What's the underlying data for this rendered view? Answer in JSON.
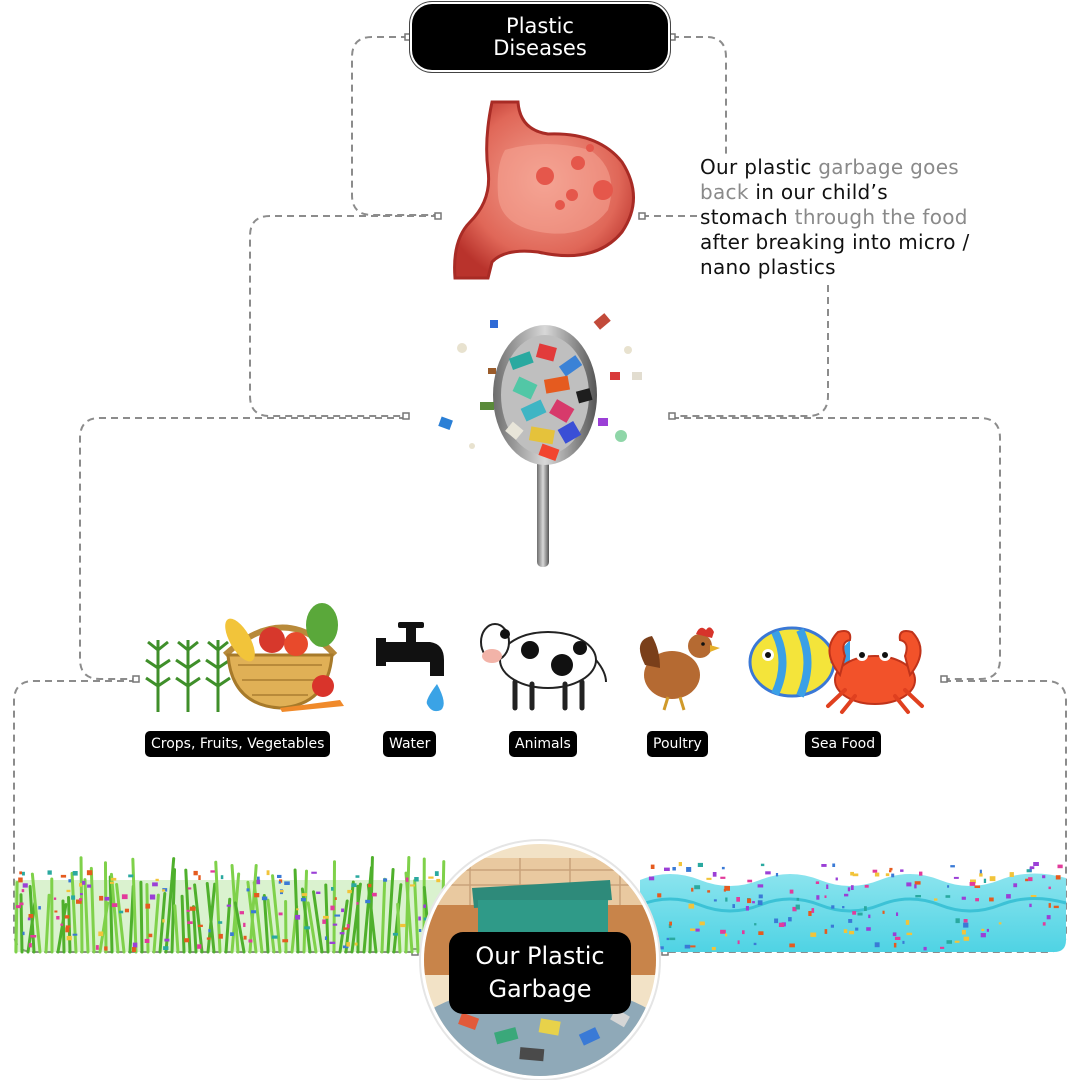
{
  "title": {
    "line1": "Plastic",
    "line2": "Diseases"
  },
  "description": {
    "segments": [
      {
        "text": "Our plastic ",
        "style": "dark"
      },
      {
        "text": "garbage goes back",
        "style": "muted"
      },
      {
        "text": " in our child’s stomach ",
        "style": "dark"
      },
      {
        "text": "through the food",
        "style": "muted"
      },
      {
        "text": " after breaking into micro / nano plastics",
        "style": "dark"
      }
    ]
  },
  "sources": [
    {
      "key": "crops",
      "label": "Crops, Fruits, Vegetables"
    },
    {
      "key": "water",
      "label": "Water"
    },
    {
      "key": "animals",
      "label": "Animals"
    },
    {
      "key": "poultry",
      "label": "Poultry"
    },
    {
      "key": "seafood",
      "label": "Sea Food"
    }
  ],
  "bottom": {
    "line1": "Our Plastic",
    "line2": "Garbage"
  },
  "colors": {
    "connector": "#8c8c8c",
    "pill": "#000000",
    "muted_text": "#8a8a8a",
    "stomach": "#d94f45",
    "grass": "#5fc23a",
    "sea": "#55d6e6"
  },
  "icons": [
    "stomach-icon",
    "spoon-microplastics-icon",
    "crops-basket-icon",
    "water-tap-icon",
    "cow-icon",
    "hen-icon",
    "fish-icon",
    "crab-icon",
    "grass-field-icon",
    "sea-water-icon",
    "garbage-bin-icon"
  ]
}
